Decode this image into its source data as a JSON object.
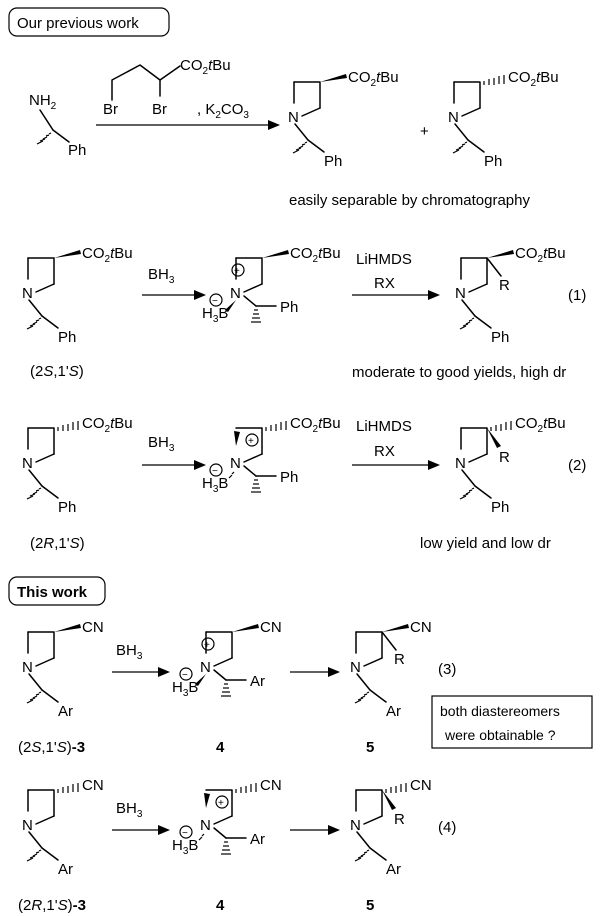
{
  "section_labels": {
    "previous": "Our previous work",
    "this": "This work"
  },
  "labels": {
    "top_reagent_k2co3": ", K",
    "top_reagent_k2co3_sub": "2",
    "top_reagent_co3": "CO",
    "top_reagent_co3_sub": "3",
    "plus": "+",
    "separable": "easily separable by chromatography",
    "bh3": "BH",
    "bh3_sub": "3",
    "lihmds": "LiHMDS",
    "rx": "RX",
    "eq1": "(1)",
    "eq2": "(2)",
    "eq3": "(3)",
    "eq4": "(4)",
    "result1": "moderate to good yields, high dr",
    "result2": "low yield and low dr",
    "stereo_2S_prefix": "(2",
    "stereo_2S_S": "S",
    "stereo_mid": ",1'",
    "stereo_S2": "S",
    "stereo_suffix": ")",
    "stereo_2R_R": "R",
    "cmpd3": "-3",
    "cmpd4": "4",
    "cmpd5": "5",
    "question": "both diastereomers",
    "question2": "were obtainable ?"
  },
  "atoms": {
    "N": "N",
    "NH": "NH",
    "NH_sub": "2",
    "Ph": "Ph",
    "Ar": "Ar",
    "R": "R",
    "CN": "CN",
    "Br": "Br",
    "H3B_H": "H",
    "H3B_3": "3",
    "H3B_B": "B",
    "plus_charge": "+",
    "minus_charge": "−",
    "ester_CO": "CO",
    "ester_2": "2",
    "ester_t": "t",
    "ester_Bu": "Bu"
  }
}
